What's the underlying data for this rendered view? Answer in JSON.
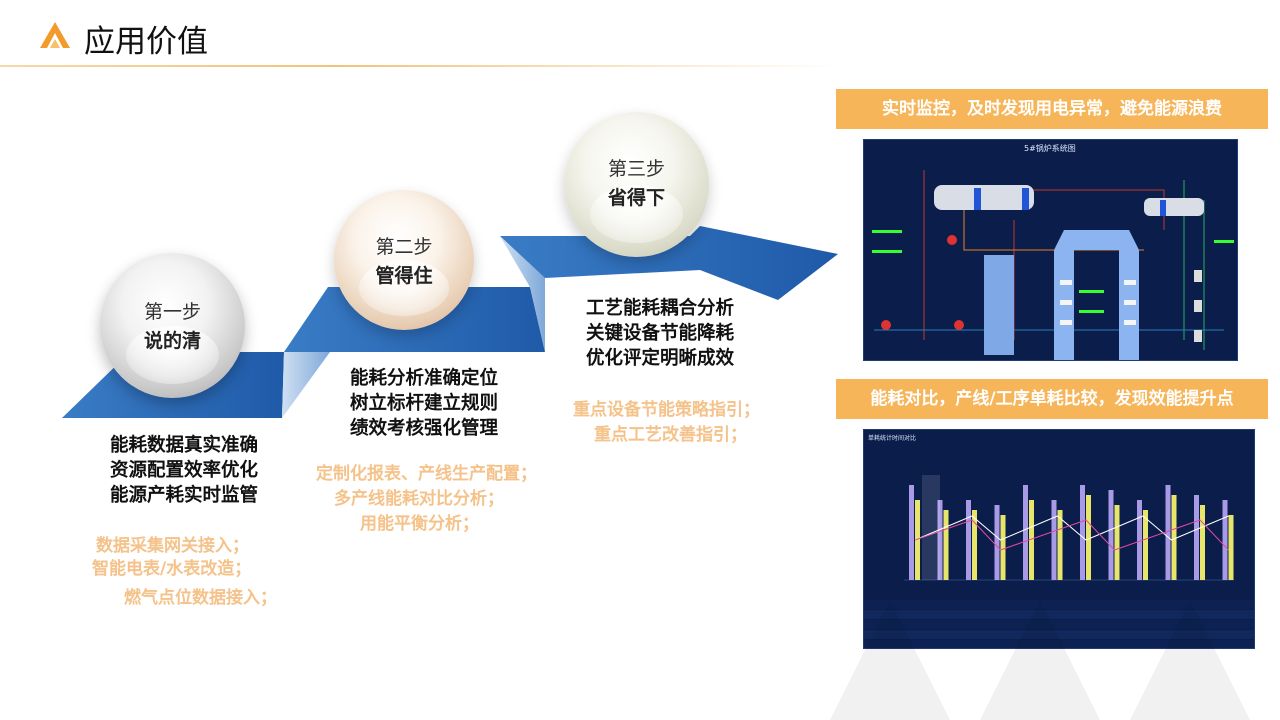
{
  "header": {
    "title": "应用价值"
  },
  "steps": [
    {
      "label": "第一步",
      "title": "说的清",
      "main": [
        "能耗数据真实准确",
        "资源配置效率优化",
        "能源产耗实时监管"
      ],
      "sub": [
        "数据采集网关接入；",
        "智能电表/水表改造；",
        "燃气点位数据接入；"
      ]
    },
    {
      "label": "第二步",
      "title": "管得住",
      "main": [
        "能耗分析准确定位",
        "树立标杆建立规则",
        "绩效考核强化管理"
      ],
      "sub": [
        "定制化报表、产线生产配置；",
        "多产线能耗对比分析；",
        "用能平衡分析；"
      ]
    },
    {
      "label": "第三步",
      "title": "省得下",
      "main": [
        "工艺能耗耦合分析",
        "关键设备节能降耗",
        "优化评定明晰成效"
      ],
      "sub": [
        "重点设备节能策略指引；",
        "重点工艺改善指引；"
      ]
    }
  ],
  "right": {
    "banner1": "实时监控，及时发现用电异常，避免能源浪费",
    "banner2": "能耗对比，产线/工序单耗比较，发现效能提升点",
    "scada": {
      "title": "5#锅炉系统图"
    },
    "chart": {
      "title": "单耗统计时间对比"
    }
  },
  "colors": {
    "accent": "#f7b55a",
    "stair_blue": "#2f6db5",
    "sub_text": "#f5c28a",
    "panel_bg": "#0b1d4a"
  }
}
